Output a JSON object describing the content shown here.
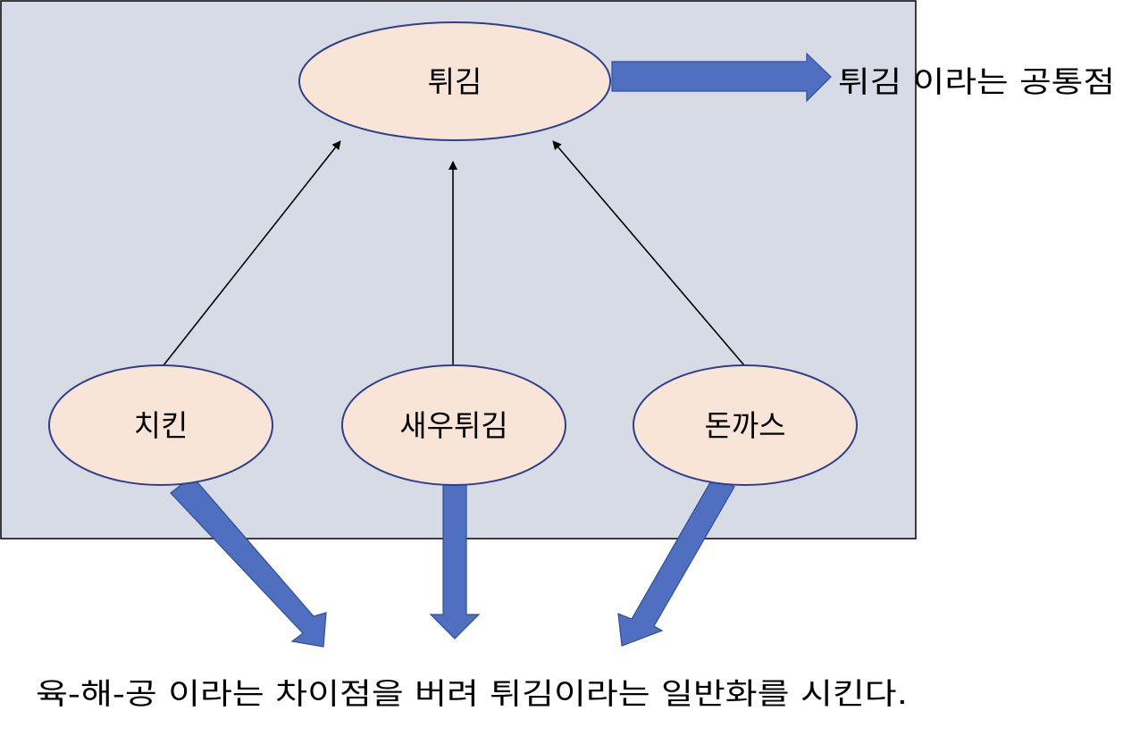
{
  "colors": {
    "panel_fill": "#d6dbe5",
    "panel_stroke": "#000000",
    "node_fill": "#f8e5d8",
    "node_stroke": "#2f3f8a",
    "block_arrow_fill": "#4f6fc0",
    "block_arrow_stroke": "#2f4f9a",
    "connector": "#000000"
  },
  "nodes": {
    "top": "튀김",
    "chicken": "치킨",
    "shrimp": "새우튀김",
    "pork": "돈까스"
  },
  "labels": {
    "common": "튀김 이라는 공통점",
    "generalization": "육-해-공 이라는 차이점을 버려 튀김이라는 일반화를 시킨다."
  }
}
